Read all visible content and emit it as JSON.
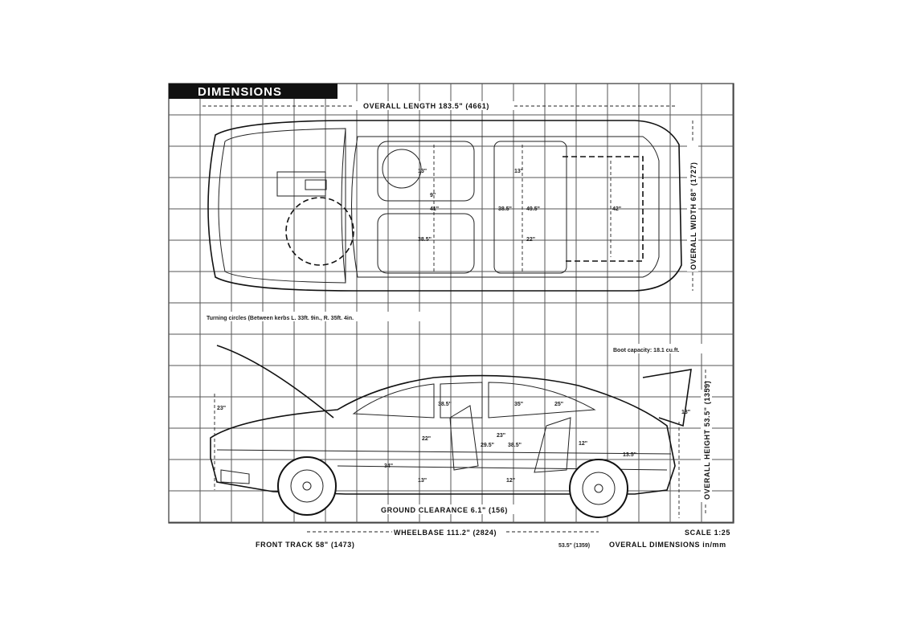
{
  "title": "DIMENSIONS",
  "top_view": {
    "overall_length": "OVERALL LENGTH  183.5\" (4661)",
    "overall_width": "OVERALL WIDTH  68\" (1727)",
    "labels": [
      "13\"",
      "13\"",
      "41\"",
      "9\"",
      "38.5\"",
      "38.5\"",
      "49.5\"",
      "42\"",
      "22\""
    ]
  },
  "turning_circles": "Turning circles (Between kerbs L. 33ft. 9in., R. 35ft. 4in.",
  "side_view": {
    "boot_capacity": "Boot capacity: 18.1 cu.ft.",
    "overall_height": "OVERALL HEIGHT  53.5\" (1359)",
    "ground_clearance": "GROUND CLEARANCE  6.1\" (156)",
    "labels": [
      "23\"",
      "38.5\"",
      "35\"",
      "25\"",
      "22\"",
      "23\"",
      "29.5\"",
      "38.5\"",
      "34\"",
      "13\"",
      "12\"",
      "12\"",
      "13.5\"",
      "13\""
    ]
  },
  "footer": {
    "wheelbase": "WHEELBASE  111.2\" (2824)",
    "scale": "SCALE 1:25",
    "front_track": "FRONT TRACK  58\" (1473)",
    "rear_track": "53.5\" (1359)",
    "overall_dimensions_note": "OVERALL DIMENSIONS in/mm"
  },
  "colors": {
    "ink": "#111111",
    "grid": "#555555",
    "paper": "#ffffff",
    "title_bar": "#111111"
  }
}
